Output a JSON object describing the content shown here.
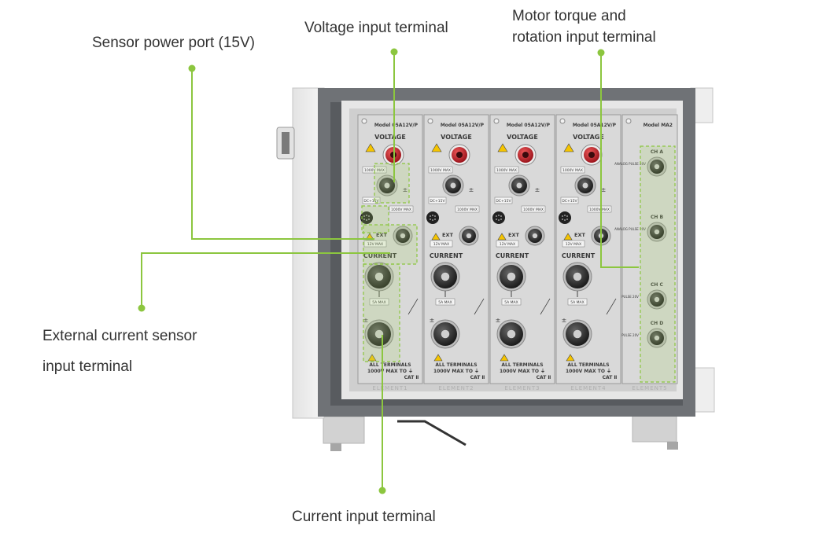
{
  "callouts": {
    "sensor_power": "Sensor power port (15V)",
    "voltage_input": "Voltage input terminal",
    "motor_line1": "Motor torque and",
    "motor_line2": "rotation input terminal",
    "external_line1": "External current sensor",
    "external_line2": "input terminal",
    "current_input": "Current input terminal"
  },
  "modules": [
    {
      "model": "Model 05A12V/P",
      "footer": "ELEMENT1"
    },
    {
      "model": "Model 05A12V/P",
      "footer": "ELEMENT2"
    },
    {
      "model": "Model 05A12V/P",
      "footer": "ELEMENT3"
    },
    {
      "model": "Model 05A12V/P",
      "footer": "ELEMENT4"
    }
  ],
  "module_labels": {
    "voltage": "VOLTAGE",
    "current": "CURRENT",
    "ext": "EXT",
    "dc15v": "DC+15V",
    "v1000": "1000V MAX",
    "v12": "12V MAX",
    "a50": "5A MAX",
    "all_terminals": "ALL TERMINALS",
    "max_to": "1000V MAX TO ⏚",
    "cat": "CAT Ⅱ"
  },
  "motor_module": {
    "model": "Model MA2",
    "footer": "ELEMENT5",
    "channels": [
      {
        "name": "CH A",
        "sub": "ANALOG PULSE 20V"
      },
      {
        "name": "CH B",
        "sub": "ANALOG PULSE 20V"
      },
      {
        "name": "CH C",
        "sub": "PULSE 20V"
      },
      {
        "name": "CH D",
        "sub": "PULSE 20V"
      }
    ]
  },
  "colors": {
    "accent_green": "#8cc63f",
    "red_terminal": "#c8202a",
    "chassis": "#6f7276",
    "panel": "#dcdcdc"
  }
}
